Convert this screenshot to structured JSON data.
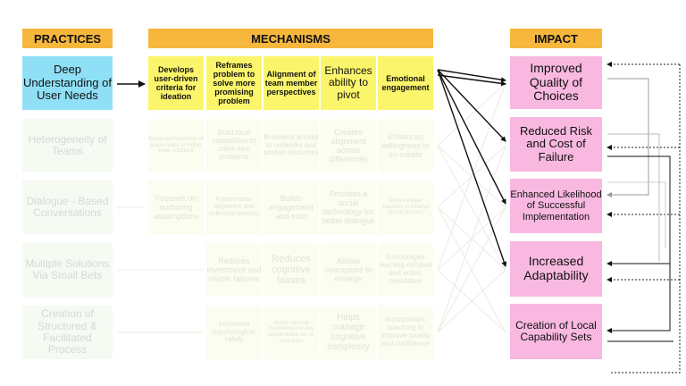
{
  "headers": {
    "practices": "PRACTICES",
    "mechanisms": "MECHANISMS",
    "impact": "IMPACT"
  },
  "practices": [
    "Deep Understanding of User Needs",
    "Heterogeneity of Teams",
    "Dialogue - Based Conversations",
    "Multiple Solutions Via Small Bets",
    "Creation of Structured & Facilitated Process"
  ],
  "mechanisms": [
    [
      "Develops user-driven criteria for ideation",
      "Reframes problem to solve more promising problem",
      "Alignment of team member perspectives",
      "Enhances ability to pivot",
      "Emotional engagement"
    ],
    [
      "Expanded repertoire of teams leads to higher order solutions",
      "Build local capabilities to solve new problems",
      "Broadens access to networks and pooled resources",
      "Creates alignment across differences",
      "Enhances willingness to co-create"
    ],
    [
      "",
      "Focuses on surfacing assumptions",
      "Fosters team alignment and collective learning",
      "Builds engagement and trust",
      "Provides a social technology for better dialogue",
      "Allows unique solutions to emerge during process"
    ],
    [
      "",
      "Reduces investment and visible failures",
      "Reduces cognitive biases",
      "Allows champions to emerge",
      "Encourages learning mindset and action orientation"
    ],
    [
      "",
      "Increases psychological safety",
      "Allows sponsor involvement of key stakeholders not on core team",
      "Helps manage cognitive complexity",
      "Incorporates coaching to improve quality and confidence"
    ]
  ],
  "impacts": [
    "Improved Quality of Choices",
    "Reduced Risk and Cost of Failure",
    "Enhanced Likelihood of Successful Implementation",
    "Increased Adaptability",
    "Creation of Local Capability Sets"
  ],
  "colors": {
    "header": "#f6b73c",
    "practice_active": "#8fe0f7",
    "mechanism_active": "#fbf56b",
    "impact": "#f8b8e0"
  }
}
